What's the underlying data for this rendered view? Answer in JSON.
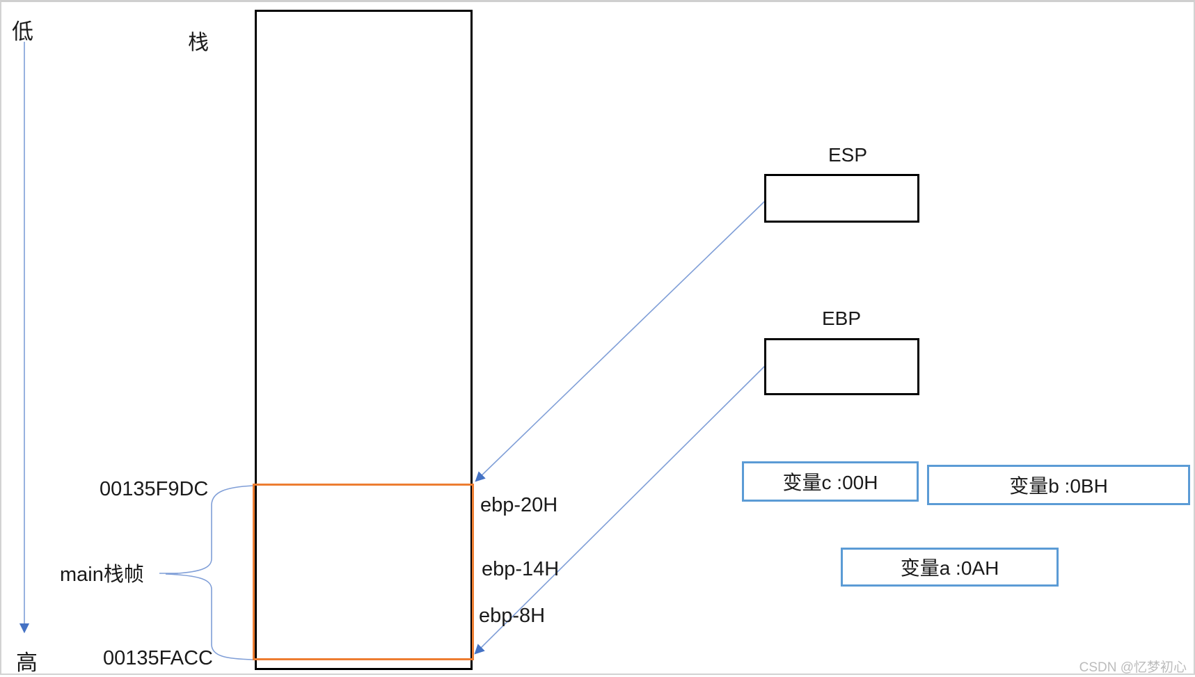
{
  "labels": {
    "low": "低",
    "high": "高",
    "stack": "栈",
    "esp": "ESP",
    "ebp": "EBP",
    "main_frame": "main栈帧",
    "addr_top": "00135F9DC",
    "addr_bottom": "00135FACC",
    "ebp_minus_20": "ebp-20H",
    "ebp_minus_14": "ebp-14H",
    "ebp_minus_8": "ebp-8H"
  },
  "variables": [
    {
      "label": "变量c :00H"
    },
    {
      "label": "变量b :0BH"
    },
    {
      "label": "变量a :0AH"
    }
  ],
  "watermark": "CSDN @忆梦初心",
  "colors": {
    "stack_border": "#000000",
    "frame_border": "#ED7D31",
    "variable_border": "#5B9BD5",
    "connector": "#7F9ED7",
    "arrowhead": "#4472C4",
    "watermark": "#BCBCBC"
  }
}
